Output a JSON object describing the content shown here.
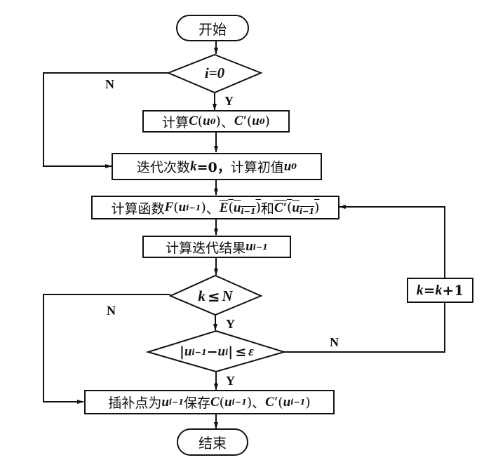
{
  "diagram": {
    "type": "flowchart",
    "nodes": {
      "start": {
        "kind": "terminal",
        "label": "开始"
      },
      "cond_i0": {
        "kind": "decision",
        "label": "i=0"
      },
      "calc_c0": {
        "kind": "process",
        "label": "计算C(u0)、C′(u0)",
        "parts": {
          "prefix": "计算",
          "f1": "C",
          "arg": "u",
          "sub0": "0",
          "sep": "、",
          "f2": "C′"
        }
      },
      "init": {
        "kind": "process",
        "label": "迭代次数k=0，计算初值u0",
        "parts": {
          "prefix": "迭代次数",
          "k": "k",
          "eq": "=0，",
          "mid": "计算初值",
          "u": "u",
          "sub0": "0"
        }
      },
      "calc_f": {
        "kind": "process",
        "label": "计算函数F(ui−1)、E(ui−1)和C′(ui−1)",
        "parts": {
          "prefix": "计算函数",
          "f": "F",
          "sep": "、",
          "e": "E",
          "and": "和",
          "c": "C′",
          "u": "u",
          "sub": "i−1"
        }
      },
      "calc_iter": {
        "kind": "process",
        "label": "计算迭代结果ui−1",
        "parts": {
          "prefix": "计算迭代结果",
          "u": "u",
          "sub": "i−1"
        }
      },
      "cond_kN": {
        "kind": "decision",
        "label": "k≤N",
        "parts": {
          "k": "k",
          "op": "≤",
          "n": "N"
        }
      },
      "cond_eps": {
        "kind": "decision",
        "label": "|ui−1−ui|≤ ε",
        "parts": {
          "bar": "|",
          "u": "u",
          "sub1": "i−1",
          "minus": "−",
          "sub2": "i",
          "op": "≤",
          "eps": "ε"
        }
      },
      "save": {
        "kind": "process",
        "label": "插补点为ui−1保存C(ui−1)、C′(ui−1)",
        "parts": {
          "prefix": "插补点为",
          "u": "u",
          "sub": "i−1",
          "mid": "保存",
          "c": "C",
          "sep": "、",
          "cp": "C′"
        }
      },
      "end": {
        "kind": "terminal",
        "label": "结束"
      },
      "incr": {
        "kind": "process",
        "label": "k=k+1",
        "parts": {
          "k": "k",
          "eq": "=",
          "plus": "+1"
        }
      }
    },
    "edge_labels": {
      "yes": "Y",
      "no": "N"
    },
    "edges": [
      {
        "from": "start",
        "to": "cond_i0"
      },
      {
        "from": "cond_i0",
        "to": "calc_c0",
        "label": "Y"
      },
      {
        "from": "cond_i0",
        "to": "init",
        "label": "N"
      },
      {
        "from": "calc_c0",
        "to": "init"
      },
      {
        "from": "init",
        "to": "calc_f"
      },
      {
        "from": "calc_f",
        "to": "calc_iter"
      },
      {
        "from": "calc_iter",
        "to": "cond_kN"
      },
      {
        "from": "cond_kN",
        "to": "cond_eps",
        "label": "Y"
      },
      {
        "from": "cond_kN",
        "to": "save",
        "label": "N"
      },
      {
        "from": "cond_eps",
        "to": "save",
        "label": "Y"
      },
      {
        "from": "cond_eps",
        "to": "incr",
        "label": "N"
      },
      {
        "from": "incr",
        "to": "calc_f"
      },
      {
        "from": "save",
        "to": "end"
      }
    ]
  }
}
